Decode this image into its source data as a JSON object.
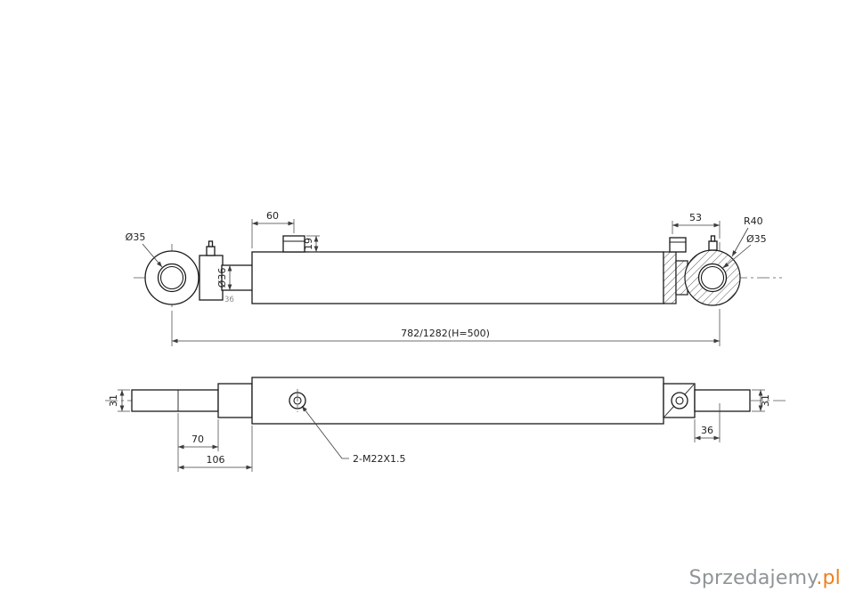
{
  "colors": {
    "line": "#1a1a1a",
    "dimension": "#3c3c3c",
    "watermark_brand": "#8f9496",
    "watermark_tld": "#ef7f1a"
  },
  "watermark": {
    "brand": "Sprzedajemy",
    "tld": ".pl"
  },
  "top_view": {
    "dims": {
      "port_offset": "60",
      "port_height": "19",
      "rod_eye_bore": "Ø35",
      "rod_diameter": "Ø36",
      "rod_diameter_note": "36",
      "cap_port_to_pivot": "53",
      "cap_eye_radius": "R40",
      "cap_eye_bore": "Ø35",
      "overall_length": "782/1282(H=500)"
    }
  },
  "bottom_view": {
    "dims": {
      "rod_eye_width": "31",
      "rod_end_length": "70",
      "rod_end_overall": "106",
      "port_thread": "2-M22X1.5",
      "cap_face_to_pivot": "36",
      "cap_eye_width": "31"
    }
  }
}
